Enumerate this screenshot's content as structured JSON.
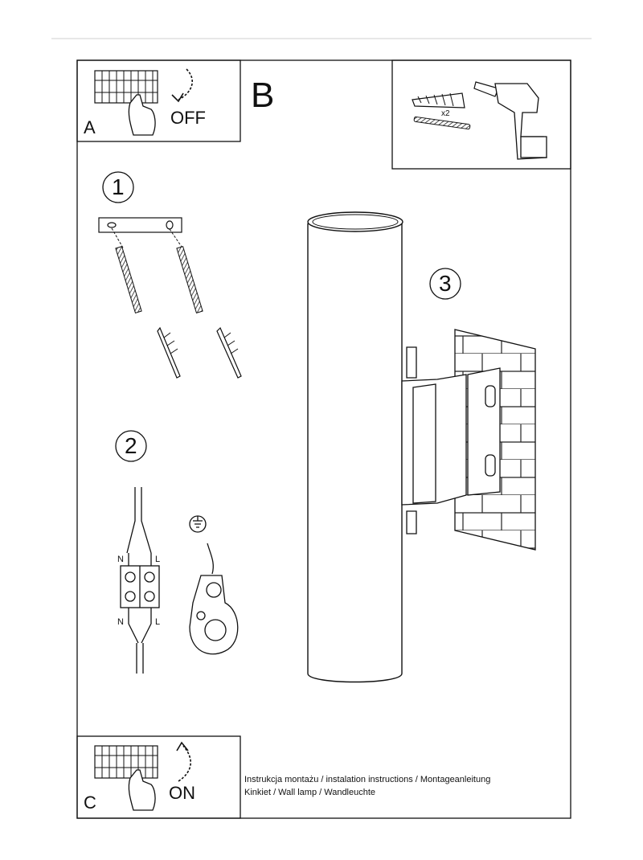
{
  "panels": {
    "a": {
      "letter": "A",
      "action": "OFF"
    },
    "b": {
      "letter": "B"
    },
    "c": {
      "letter": "C",
      "action": "ON"
    }
  },
  "steps": [
    "1",
    "2",
    "3"
  ],
  "tools": {
    "quantity": "x2"
  },
  "wiring": {
    "neutral_top": "N",
    "live_top": "L",
    "neutral_bottom": "N",
    "live_bottom": "L"
  },
  "footer": {
    "title": "Instrukcja montażu / instalation instructions / Montageanleitung",
    "product": "Kinkiet / Wall lamp / Wandleuchte"
  }
}
